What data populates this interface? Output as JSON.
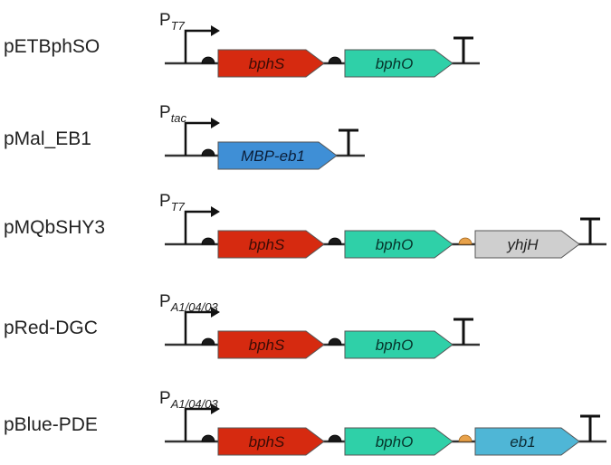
{
  "colors": {
    "bphS": "#d62a10",
    "bphO": "#2fd0a8",
    "mbp": "#3f8fd6",
    "yhjH": "#cfcfcf",
    "eb1": "#4fb6d6",
    "rbs_black": "#1a1a1a",
    "rbs_orange": "#e8a24a",
    "line": "#333333",
    "text_dark": "#222222"
  },
  "constructs": [
    {
      "id": "pETBphSO",
      "label": "pETBphSO",
      "promoter": {
        "base": "P",
        "sub": "T7"
      },
      "genes": [
        {
          "name": "bphS",
          "color_key": "bphS",
          "text_color": "#3a0c06"
        },
        {
          "name": "bphO",
          "color_key": "bphO",
          "text_color": "#06332a"
        }
      ]
    },
    {
      "id": "pMal_EB1",
      "label": "pMal_EB1",
      "promoter": {
        "base": "P",
        "sub": "tac"
      },
      "genes": [
        {
          "name": "MBP-eb1",
          "color_key": "mbp",
          "text_color": "#0b1f3a"
        }
      ]
    },
    {
      "id": "pMQbSHY3",
      "label": "pMQbSHY3",
      "promoter": {
        "base": "P",
        "sub": "T7"
      },
      "genes": [
        {
          "name": "bphS",
          "color_key": "bphS",
          "text_color": "#3a0c06"
        },
        {
          "name": "bphO",
          "color_key": "bphO",
          "text_color": "#06332a"
        },
        {
          "name": "yhjH",
          "color_key": "yhjH",
          "text_color": "#222222"
        }
      ]
    },
    {
      "id": "pRed-DGC",
      "label": "pRed-DGC",
      "promoter": {
        "base": "P",
        "sub": "A1/04/03"
      },
      "genes": [
        {
          "name": "bphS",
          "color_key": "bphS",
          "text_color": "#3a0c06"
        },
        {
          "name": "bphO",
          "color_key": "bphO",
          "text_color": "#06332a"
        }
      ]
    },
    {
      "id": "pBlue-PDE",
      "label": "pBlue-PDE",
      "promoter": {
        "base": "P",
        "sub": "A1/04/03"
      },
      "genes": [
        {
          "name": "bphS",
          "color_key": "bphS",
          "text_color": "#3a0c06"
        },
        {
          "name": "bphO",
          "color_key": "bphO",
          "text_color": "#06332a"
        },
        {
          "name": "eb1",
          "color_key": "eb1",
          "text_color": "#0b2a33"
        }
      ]
    }
  ]
}
